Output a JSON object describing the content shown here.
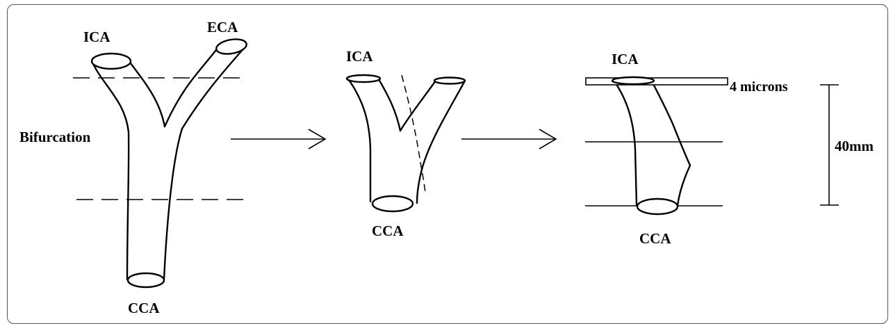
{
  "stage1": {
    "ica_label": "ICA",
    "eca_label": "ECA",
    "bifurcation_label": "Bifurcation",
    "cca_label": "CCA"
  },
  "stage2": {
    "ica_label": "ICA",
    "cca_label": "CCA"
  },
  "stage3": {
    "ica_label": "ICA",
    "cca_label": "CCA",
    "section_label": "4 microns",
    "length_label": "40mm"
  },
  "colors": {
    "stroke": "#000000",
    "frame": "#555555",
    "background": "#ffffff"
  }
}
